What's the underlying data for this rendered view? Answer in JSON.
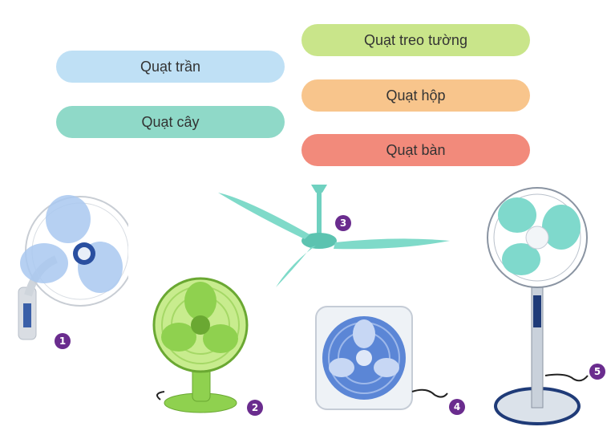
{
  "labels": {
    "ceiling": "Quạt trần",
    "stand": "Quạt cây",
    "wall": "Quạt treo tường",
    "box": "Quạt hộp",
    "table": "Quạt bàn"
  },
  "label_colors": {
    "ceiling": "#bfe0f5",
    "stand": "#8fd9c8",
    "wall": "#c9e58a",
    "box": "#f8c58c",
    "table": "#f28a7b"
  },
  "badges": [
    "1",
    "2",
    "3",
    "4",
    "5"
  ],
  "images": [
    {
      "badge": "1",
      "icon": "wall-fan-icon",
      "color": "#a9c8f0"
    },
    {
      "badge": "2",
      "icon": "table-fan-icon",
      "color": "#8fd14f"
    },
    {
      "badge": "3",
      "icon": "ceiling-fan-icon",
      "color": "#6fd1c0"
    },
    {
      "badge": "4",
      "icon": "box-fan-icon",
      "color": "#5b86d6"
    },
    {
      "badge": "5",
      "icon": "stand-fan-icon",
      "color": "#7fd9cc"
    }
  ]
}
